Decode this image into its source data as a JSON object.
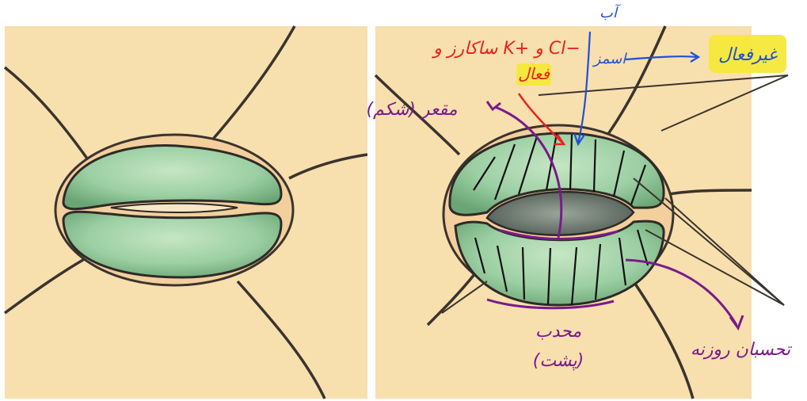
{
  "annotations": {
    "sugar_ions": {
      "text": "ساکارز و K+ و Cl−",
      "color": "#e8231c"
    },
    "active_fa": {
      "text": "فعال",
      "color": "#e8231c",
      "highlight": "#f7e83a"
    },
    "water": {
      "text": "آب",
      "color": "#1f4fd6"
    },
    "osmosis": {
      "text": "اسمز",
      "color": "#1f4fd6"
    },
    "inactive": {
      "text": "غیرفعال",
      "color": "#1f4fd6",
      "highlight": "#f7e83a"
    },
    "concave": {
      "text": "مقعر (شکم)",
      "color": "#7a1a8c"
    },
    "convex": {
      "text": "محدب",
      "color": "#7a1a8c"
    },
    "convex_back": {
      "text": "(پشت)",
      "color": "#7a1a8c"
    },
    "radial_cellulose": {
      "text": "تحسبان روزنه",
      "color": "#7a1a8c"
    }
  },
  "colors": {
    "background_cell": "#f8dfae",
    "cell_wall": "#2e2a26",
    "guard_fill": "#9ccfa3",
    "guard_dark": "#6da876",
    "pore_open": "#5e6a62"
  }
}
